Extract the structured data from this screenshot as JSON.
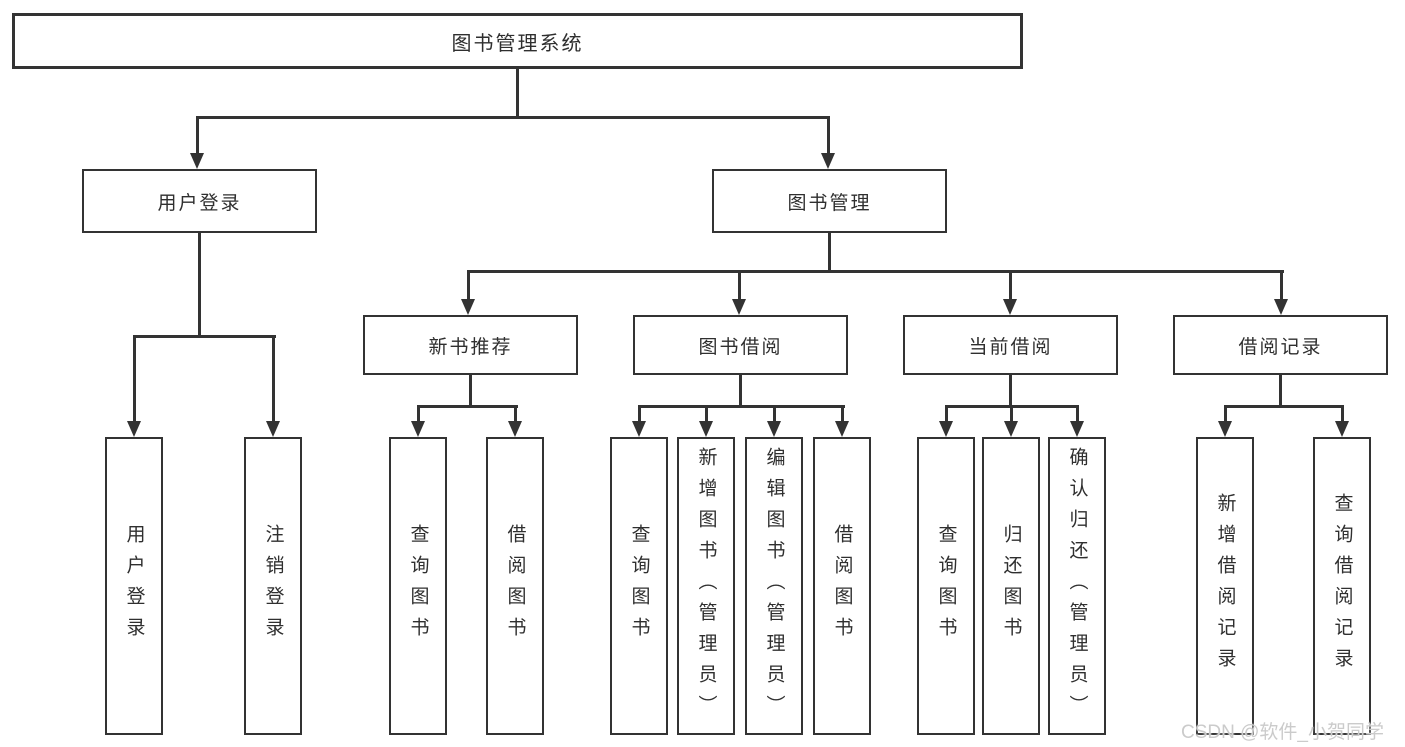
{
  "diagram": {
    "type": "tree",
    "root": {
      "label": "图书管理系统"
    },
    "children": [
      {
        "label": "用户登录",
        "children": [
          {
            "label": "用户登录"
          },
          {
            "label": "注销登录"
          }
        ]
      },
      {
        "label": "图书管理",
        "children": [
          {
            "label": "新书推荐",
            "children": [
              {
                "label": "查询图书"
              },
              {
                "label": "借阅图书"
              }
            ]
          },
          {
            "label": "图书借阅",
            "children": [
              {
                "label": "查询图书"
              },
              {
                "label": "新增图书（管理员）"
              },
              {
                "label": "编辑图书（管理员）"
              },
              {
                "label": "借阅图书"
              }
            ]
          },
          {
            "label": "当前借阅",
            "children": [
              {
                "label": "查询图书"
              },
              {
                "label": "归还图书"
              },
              {
                "label": "确认归还（管理员）"
              }
            ]
          },
          {
            "label": "借阅记录",
            "children": [
              {
                "label": "新增借阅记录"
              },
              {
                "label": "查询借阅记录"
              }
            ]
          }
        ]
      }
    ]
  },
  "watermark": {
    "text": "CSDN @软件_小贺同学"
  },
  "colors": {
    "line": "#333333",
    "text": "#2f2f2f",
    "background": "#ffffff",
    "watermark": "#cbcbcb"
  }
}
